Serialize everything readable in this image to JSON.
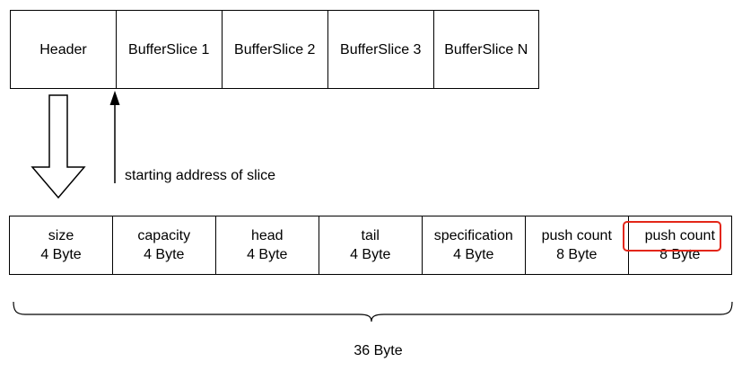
{
  "buffer_layout": {
    "cells": [
      "Header",
      "BufferSlice 1",
      "BufferSlice 2",
      "BufferSlice 3",
      "BufferSlice N"
    ]
  },
  "slice_pointer_label": "starting address of slice",
  "header_fields": [
    {
      "name": "size",
      "size": "4 Byte"
    },
    {
      "name": "capacity",
      "size": "4 Byte"
    },
    {
      "name": "head",
      "size": "4 Byte"
    },
    {
      "name": "tail",
      "size": "4 Byte"
    },
    {
      "name": "specification",
      "size": "4 Byte"
    },
    {
      "name": "push count",
      "size": "8 Byte"
    },
    {
      "name": "push count",
      "size": "8 Byte"
    }
  ],
  "highlight_color": "#e32618",
  "total_size_label": "36 Byte"
}
